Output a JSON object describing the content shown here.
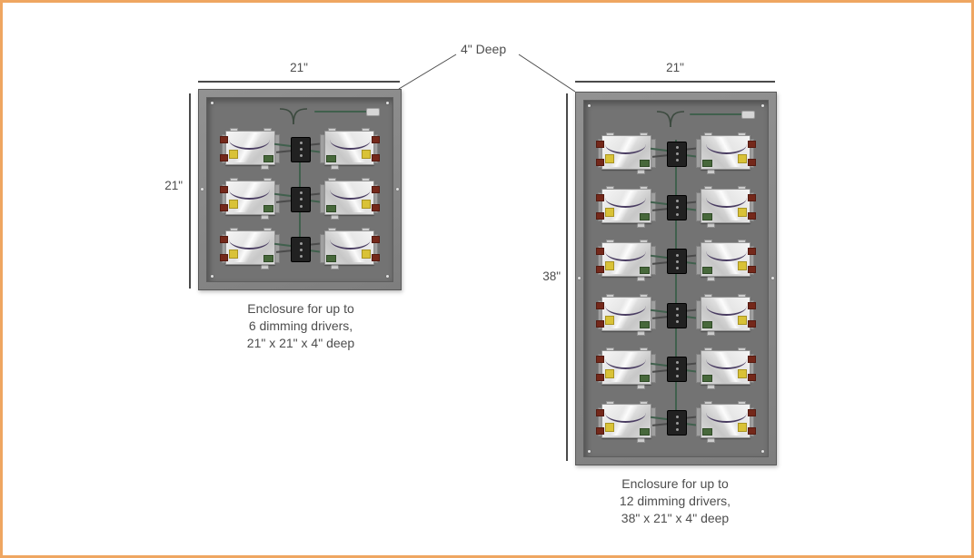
{
  "depth_callout": {
    "label": "4\" Deep"
  },
  "enclosures": [
    {
      "id": "enclosure-6-drivers",
      "width_label": "21\"",
      "height_label": "21\"",
      "driver_rows": 3,
      "drivers_per_row": 2,
      "total_drivers": 6,
      "caption_lines": [
        "Enclosure for up to",
        "6 dimming drivers,",
        "21\" x 21\" x 4\" deep"
      ]
    },
    {
      "id": "enclosure-12-drivers",
      "width_label": "21\"",
      "height_label": "38\"",
      "driver_rows": 6,
      "drivers_per_row": 2,
      "total_drivers": 12,
      "caption_lines": [
        "Enclosure for up to",
        "12 dimming drivers,",
        "38\" x 21\" x 4\" deep"
      ]
    }
  ],
  "colors": {
    "page_border": "#efa661",
    "dim_line": "#4a4a4a",
    "text": "#4d4d4d",
    "enclosure_frame": "#7e7e7e",
    "enclosure_panel": "#737373",
    "driver_body": "#e2e2e2",
    "wire_green": "#40604d",
    "wire_purple": "#4a3d62",
    "connector_red": "#74281a",
    "label_yellow": "#d9c237",
    "terminal_black": "#212121"
  }
}
